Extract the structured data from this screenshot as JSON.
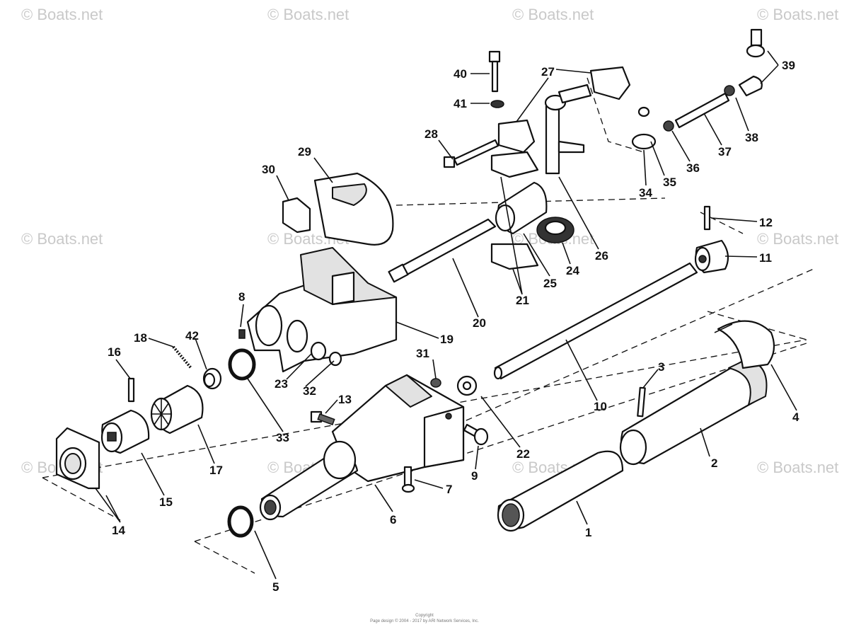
{
  "watermark": "© Boats.net",
  "footer": {
    "line1": "Copyright",
    "line2": "Page design © 2004 - 2017 by ARI Network Services, Inc."
  },
  "callouts": [
    "1",
    "2",
    "3",
    "4",
    "5",
    "6",
    "7",
    "8",
    "9",
    "10",
    "11",
    "12",
    "13",
    "14",
    "15",
    "16",
    "17",
    "18",
    "19",
    "20",
    "21",
    "22",
    "23",
    "24",
    "25",
    "26",
    "27",
    "28",
    "29",
    "30",
    "31",
    "32",
    "33",
    "34",
    "35",
    "36",
    "37",
    "38",
    "39",
    "40",
    "41",
    "42"
  ]
}
